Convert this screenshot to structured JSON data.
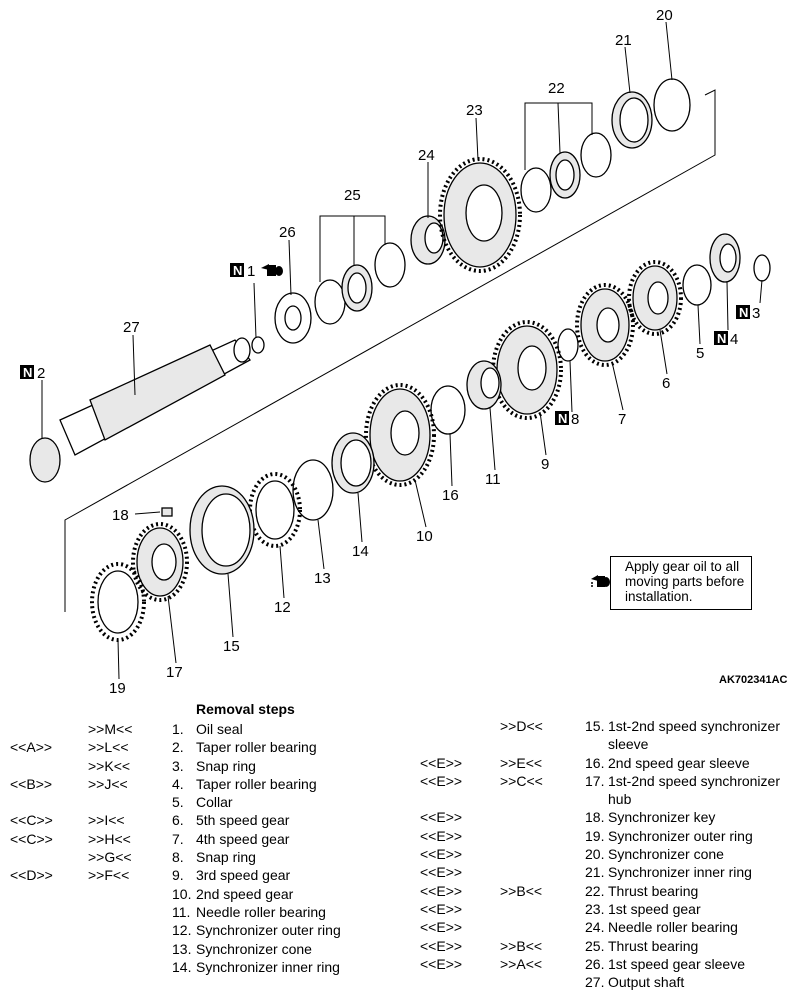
{
  "diagram": {
    "callouts": {
      "p1": "1",
      "p2": "2",
      "p3": "3",
      "p4": "4",
      "p5": "5",
      "p6": "6",
      "p7": "7",
      "p8": "8",
      "p9": "9",
      "p10": "10",
      "p11": "11",
      "p12": "12",
      "p13": "13",
      "p14": "14",
      "p15": "15",
      "p16": "16",
      "p17": "17",
      "p18": "18",
      "p19": "19",
      "p20": "20",
      "p21": "21",
      "p22": "22",
      "p23": "23",
      "p24": "24",
      "p25": "25",
      "p26": "26",
      "p27": "27"
    },
    "new_part_mark": "N",
    "note": "Apply gear oil to all moving parts before installation.",
    "figure_code": "AK702341AC",
    "icons": [
      "oil-can-icon",
      "new-part-icon"
    ]
  },
  "removal": {
    "title": "Removal steps",
    "left": [
      {
        "ins": "",
        "rem": ">>M<<",
        "num": "1.",
        "text": "Oil seal"
      },
      {
        "ins": "<<A>>",
        "rem": ">>L<<",
        "num": "2.",
        "text": "Taper roller bearing"
      },
      {
        "ins": "",
        "rem": ">>K<<",
        "num": "3.",
        "text": "Snap ring"
      },
      {
        "ins": "<<B>>",
        "rem": ">>J<<",
        "num": "4.",
        "text": "Taper roller bearing"
      },
      {
        "ins": "",
        "rem": "",
        "num": "5.",
        "text": "Collar"
      },
      {
        "ins": "<<C>>",
        "rem": ">>I<<",
        "num": "6.",
        "text": "5th speed gear"
      },
      {
        "ins": "<<C>>",
        "rem": ">>H<<",
        "num": "7.",
        "text": "4th speed gear"
      },
      {
        "ins": "",
        "rem": ">>G<<",
        "num": "8.",
        "text": "Snap ring"
      },
      {
        "ins": "<<D>>",
        "rem": ">>F<<",
        "num": "9.",
        "text": "3rd speed gear"
      },
      {
        "ins": "",
        "rem": "",
        "num": "10.",
        "text": "2nd speed gear"
      },
      {
        "ins": "",
        "rem": "",
        "num": "11.",
        "text": "Needle roller bearing"
      },
      {
        "ins": "",
        "rem": "",
        "num": "12.",
        "text": "Synchronizer outer ring"
      },
      {
        "ins": "",
        "rem": "",
        "num": "13.",
        "text": "Synchronizer cone"
      },
      {
        "ins": "",
        "rem": "",
        "num": "14.",
        "text": "Synchronizer inner ring"
      }
    ],
    "right": [
      {
        "ins": "",
        "rem": ">>D<<",
        "num": "15.",
        "text": "1st-2nd speed synchronizer sleeve"
      },
      {
        "ins": "<<E>>",
        "rem": ">>E<<",
        "num": "16.",
        "text": "2nd speed gear sleeve"
      },
      {
        "ins": "<<E>>",
        "rem": ">>C<<",
        "num": "17.",
        "text": "1st-2nd speed synchronizer hub"
      },
      {
        "ins": "<<E>>",
        "rem": "",
        "num": "18.",
        "text": "Synchronizer key"
      },
      {
        "ins": "<<E>>",
        "rem": "",
        "num": "19.",
        "text": "Synchronizer outer ring"
      },
      {
        "ins": "<<E>>",
        "rem": "",
        "num": "20.",
        "text": "Synchronizer cone"
      },
      {
        "ins": "<<E>>",
        "rem": "",
        "num": "21.",
        "text": "Synchronizer inner ring"
      },
      {
        "ins": "<<E>>",
        "rem": ">>B<<",
        "num": "22.",
        "text": "Thrust bearing"
      },
      {
        "ins": "<<E>>",
        "rem": "",
        "num": "23.",
        "text": "1st speed gear"
      },
      {
        "ins": "<<E>>",
        "rem": "",
        "num": "24.",
        "text": "Needle roller bearing"
      },
      {
        "ins": "<<E>>",
        "rem": ">>B<<",
        "num": "25.",
        "text": "Thrust bearing"
      },
      {
        "ins": "<<E>>",
        "rem": ">>A<<",
        "num": "26.",
        "text": "1st speed gear sleeve"
      },
      {
        "ins": "",
        "rem": "",
        "num": "27.",
        "text": "Output shaft"
      }
    ]
  }
}
